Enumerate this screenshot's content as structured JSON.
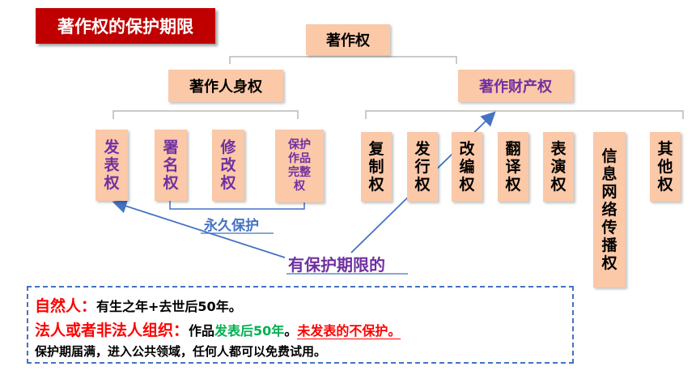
{
  "title": "著作权的保护期限",
  "root": "著作权",
  "personal": {
    "label": "著作人身权",
    "items": [
      {
        "chars": [
          "发",
          "表",
          "权"
        ]
      },
      {
        "chars": [
          "署",
          "名",
          "权"
        ]
      },
      {
        "chars": [
          "修",
          "改",
          "权"
        ]
      },
      {
        "chars": [
          "保护",
          "作品",
          "完整",
          "权"
        ]
      }
    ]
  },
  "property": {
    "label": "著作财产权",
    "items": [
      {
        "chars": [
          "复",
          "制",
          "权"
        ]
      },
      {
        "chars": [
          "发",
          "行",
          "权"
        ]
      },
      {
        "chars": [
          "改",
          "编",
          "权"
        ]
      },
      {
        "chars": [
          "翻",
          "译",
          "权"
        ]
      },
      {
        "chars": [
          "表",
          "演",
          "权"
        ]
      },
      {
        "chars": [
          "信",
          "息",
          "网",
          "络",
          "传",
          "播",
          "权"
        ]
      },
      {
        "chars": [
          "其",
          "他",
          "权"
        ]
      }
    ]
  },
  "permanent_label": "永久保护",
  "limited_label": "有保护期限的",
  "info": {
    "line1": {
      "head": "自然人：",
      "text": "有生之年+去世后50年。"
    },
    "line2": {
      "head": "法人或者非法人组织：",
      "pre": "作品",
      "green": "发表后50年",
      "sep": "。",
      "red": "未发表的不保护。"
    },
    "line3": "保护期届满，进入公共领域，任何人都可以免费试用。"
  },
  "colors": {
    "title_bg": "#c00000",
    "box_fill": "#fbc8a8",
    "purple": "#7030a0",
    "blue": "#4472c4",
    "red": "#ff0000",
    "green": "#00b050"
  }
}
